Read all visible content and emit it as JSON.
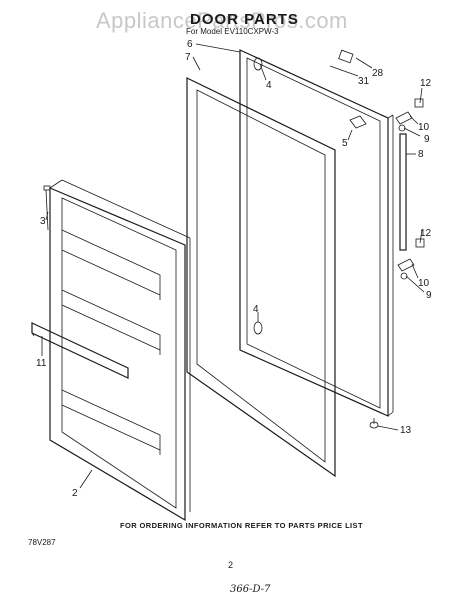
{
  "watermark": "AppliancePartsPros.com",
  "title": "DOOR PARTS",
  "subtitle": "For Model  EV110CXPW-3",
  "footer": "FOR ORDERING INFORMATION REFER TO PARTS PRICE LIST",
  "diagram_code": "78V287",
  "page_number": "2",
  "handwritten_mark": "366-D-7",
  "callouts": {
    "c6": "6",
    "c7": "7",
    "c4a": "4",
    "c28": "28",
    "c31": "31",
    "c12a": "12",
    "c10a": "10",
    "c9a": "9",
    "c5": "5",
    "c8": "8",
    "c3": "3",
    "c12b": "12",
    "c10b": "10",
    "c9b": "9",
    "c4b": "4",
    "c11": "11",
    "c2": "2",
    "c13": "13"
  }
}
